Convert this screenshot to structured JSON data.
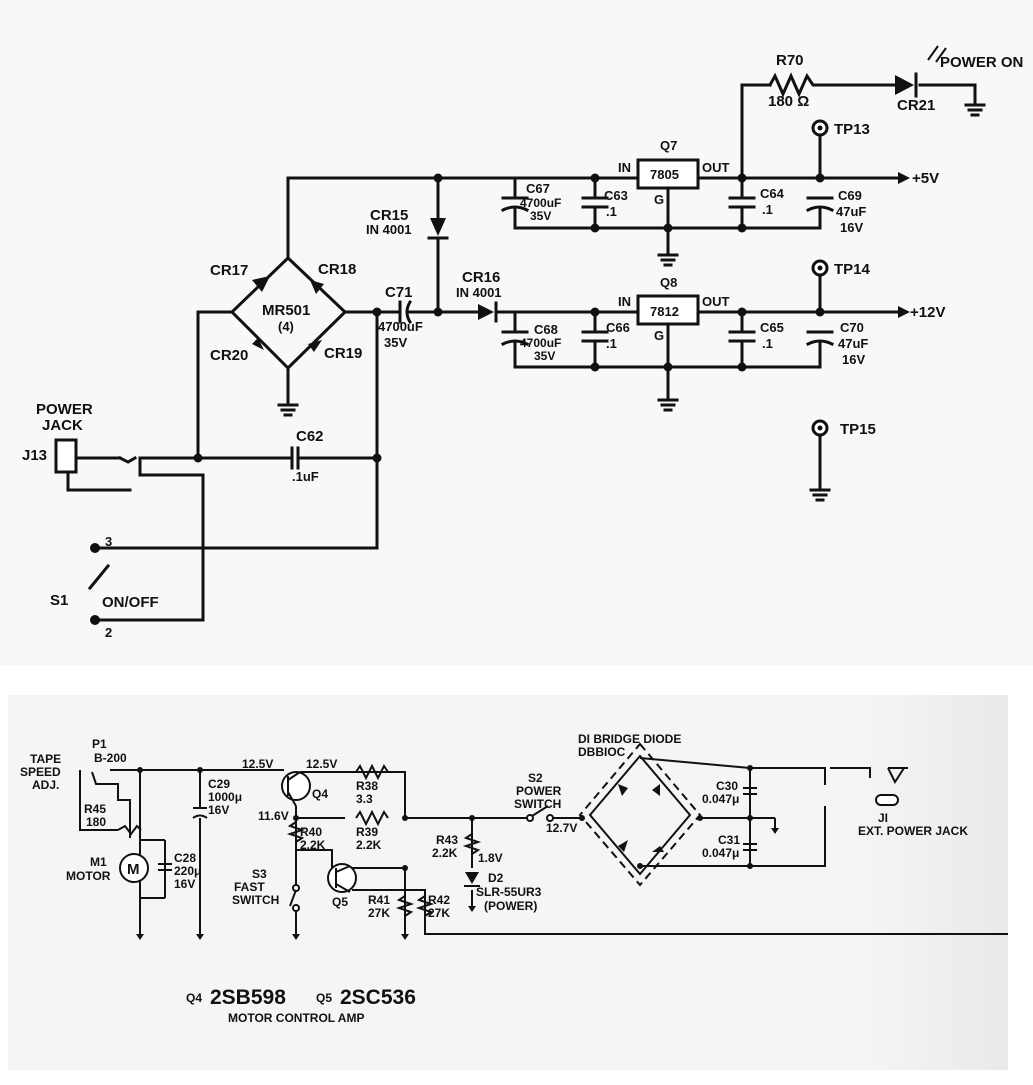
{
  "top": {
    "power_on": "POWER ON",
    "r70": "R70",
    "r70_val": "180 Ω",
    "cr21": "CR21",
    "tp13": "TP13",
    "tp14": "TP14",
    "tp15": "TP15",
    "q7": "Q7",
    "q7_part": "7805",
    "in": "IN",
    "out": "OUT",
    "g": "G",
    "q8": "Q8",
    "q8_part": "7812",
    "plus5": "+5V",
    "plus12": "+12V",
    "c67": "C67",
    "c67_v1": "4700uF",
    "c67_v2": "35V",
    "c63": "C63",
    "c63_v": ".1",
    "c64": "C64",
    "c64_v": ".1",
    "c69": "C69",
    "c69_v1": "47uF",
    "c69_v2": "16V",
    "c68": "C68",
    "c68_v1": "4700uF",
    "c68_v2": "35V",
    "c66": "C66",
    "c66_v": ".1",
    "c65": "C65",
    "c65_v": ".1",
    "c70": "C70",
    "c70_v1": "47uF",
    "c70_v2": "16V",
    "cr15": "CR15",
    "cr15_v": "IN 4001",
    "cr16": "CR16",
    "cr16_v": "IN 4001",
    "c71": "C71",
    "c71_v1": "4700uF",
    "c71_v2": "35V",
    "cr17": "CR17",
    "cr18": "CR18",
    "cr19": "CR19",
    "cr20": "CR20",
    "mr501": "MR501",
    "mr501_n": "(4)",
    "power_jack_1": "POWER",
    "power_jack_2": "JACK",
    "j13": "J13",
    "c62": "C62",
    "c62_v": ".1uF",
    "s1": "S1",
    "on_off": "ON/OFF",
    "pin3": "3",
    "pin2": "2"
  },
  "bottom": {
    "tape1": "TAPE",
    "tape2": "SPEED",
    "tape3": "ADJ.",
    "p1": "P1",
    "p1_v": "B-200",
    "r45": "R45",
    "r45_v": "180",
    "m1": "M1",
    "motor": "MOTOR",
    "m": "M",
    "c28": "C28",
    "c28_v1": "220μ",
    "c28_v2": "16V",
    "c29": "C29",
    "c29_v1": "1000μ",
    "c29_v2": "16V",
    "v125a": "12.5V",
    "v125b": "12.5V",
    "v116": "11.6V",
    "q4": "Q4",
    "q5": "Q5",
    "r38": "R38",
    "r38_v": "3.3",
    "r40": "R40",
    "r40_v": "2.2K",
    "r39": "R39",
    "r39_v": "2.2K",
    "s3a": "S3",
    "s3b": "FAST",
    "s3c": "SWITCH",
    "r41": "R41",
    "r41_v": "27K",
    "r42": "R42",
    "r42_v": "27K",
    "r43": "R43",
    "r43_v": "2.2K",
    "v18": "1.8V",
    "d2": "D2",
    "d2_v": "SLR-55UR3",
    "d2_p": "(POWER)",
    "s2a": "S2",
    "s2b": "POWER",
    "s2c": "SWITCH",
    "v127": "12.7V",
    "d1a": "DI BRIDGE DIODE",
    "d1b": "DBBIOC",
    "c30": "C30",
    "c30_v": "0.047μ",
    "c31": "C31",
    "c31_v": "0.047μ",
    "j1": "JI",
    "j1_v": "EXT. POWER JACK",
    "legend_q4": "Q4",
    "legend_q4_part": "2SB598",
    "legend_q5": "Q5",
    "legend_q5_part": "2SC536",
    "caption": "MOTOR CONTROL AMP"
  }
}
